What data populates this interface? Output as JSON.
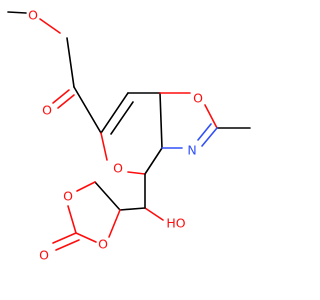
{
  "diagram": {
    "kind": "skeletal-structure",
    "colors": {
      "carbon_bond": "#000000",
      "oxygen": "#ff0d0d",
      "nitrogen": "#3050f8",
      "background": "#ffffff"
    },
    "atom_labels": {
      "ester_methoxy_o": "O",
      "ester_carbonyl_o": "O",
      "pyran_ring_o": "O",
      "oxazoline_o": "O",
      "oxazoline_n": "N",
      "hydroxyl": "HO",
      "dioxolane_o_top": "O",
      "dioxolane_o_bottom": "O",
      "carbonate_carbonyl_o": "O"
    }
  }
}
